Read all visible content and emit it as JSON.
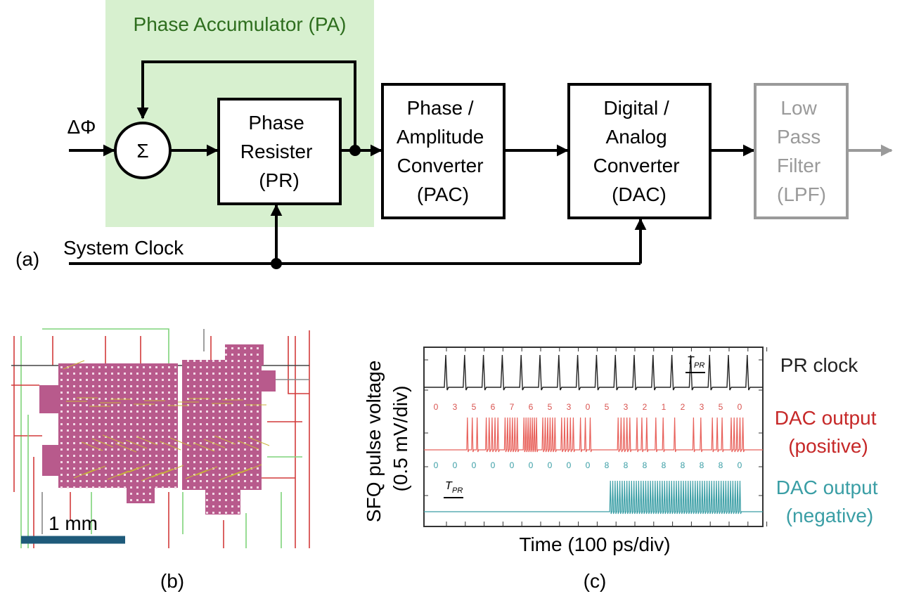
{
  "panel_a": {
    "group_label": "Phase Accumulator (PA)",
    "input_label": "ΔΦ",
    "sum_symbol": "Σ",
    "clock_label": "System Clock",
    "caption": "(a)",
    "blocks": {
      "pr": [
        "Phase",
        "Resister",
        "(PR)"
      ],
      "pac": [
        "Phase /",
        "Amplitude",
        "Converter",
        "(PAC)"
      ],
      "dac": [
        "Digital /",
        "Analog",
        "Converter",
        "(DAC)"
      ],
      "lpf": [
        "Low",
        "Pass",
        "Filter",
        "(LPF)"
      ]
    }
  },
  "panel_b": {
    "scale_label": "1 mm",
    "caption": "(b)"
  },
  "panel_c": {
    "y_label": [
      "SFQ pulse voltage",
      "(0.5 mV/div)"
    ],
    "x_label": "Time (100 ps/div)",
    "caption": "(c)",
    "t_pr_label": "T",
    "t_pr_sub": "PR",
    "traces": {
      "clock": {
        "label": [
          "PR clock"
        ],
        "color": "#222222"
      },
      "positive": {
        "label": [
          "DAC output",
          "(positive)"
        ],
        "color": "#c62828",
        "trace_color": "#e8605a",
        "codes": [
          "0",
          "3",
          "5",
          "6",
          "7",
          "6",
          "5",
          "3",
          "0",
          "5",
          "3",
          "2",
          "1",
          "2",
          "3",
          "5",
          "0"
        ]
      },
      "negative": {
        "label": [
          "DAC output",
          "(negative)"
        ],
        "color": "#3a9ea5",
        "codes": [
          "0",
          "0",
          "0",
          "0",
          "0",
          "0",
          "0",
          "0",
          "0",
          "8",
          "8",
          "8",
          "8",
          "8",
          "8",
          "8",
          "0"
        ]
      }
    }
  },
  "colors": {
    "pa_background": "#d7f0cf",
    "pa_text": "#2e6e1e",
    "lpf_gray": "#9a9a9a",
    "die_magenta": "#b85a8c",
    "scale_bar": "#1e5a7a"
  }
}
